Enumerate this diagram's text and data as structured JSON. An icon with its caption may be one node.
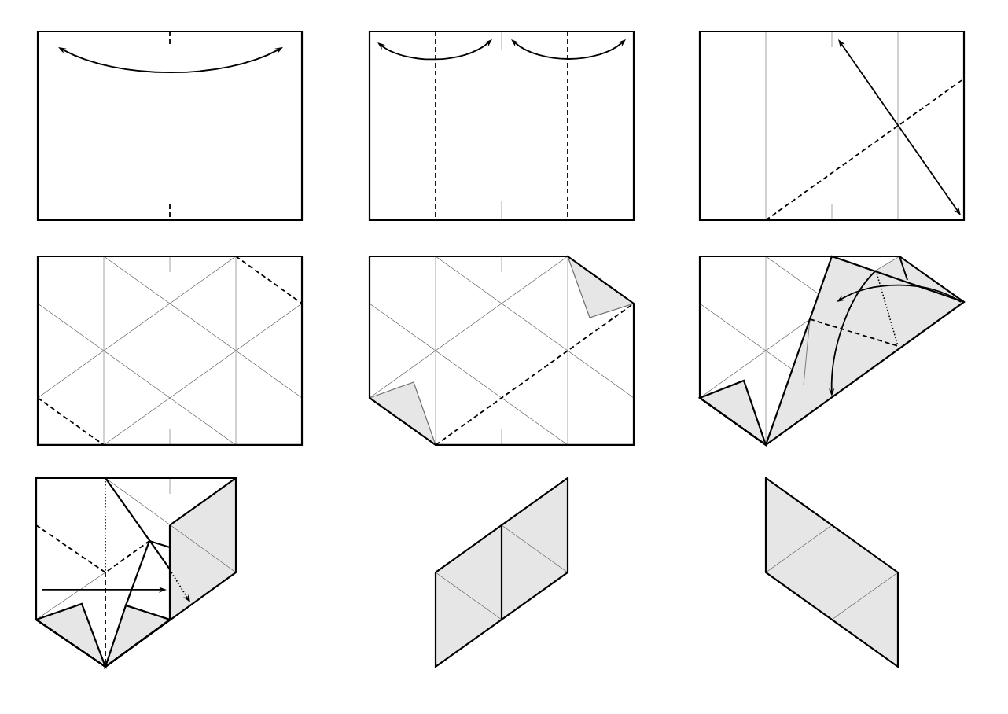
{
  "diagram": {
    "nodes": [
      {
        "text": [],
        "shape": "picture"
      },
      {
        "text": [],
        "shape": "picture"
      },
      {
        "text": [],
        "shape": "picture"
      },
      {
        "text": [],
        "shape": "picture"
      },
      {
        "text": [],
        "shape": "picture"
      },
      {
        "text": [],
        "shape": "picture"
      },
      {
        "text": [],
        "shape": "picture"
      },
      {
        "text": [],
        "shape": "picture"
      },
      {
        "text": [],
        "shape": "picture"
      }
    ]
  }
}
